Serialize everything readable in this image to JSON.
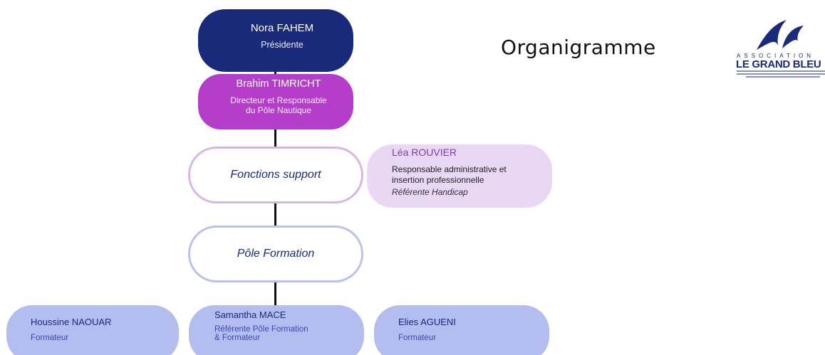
{
  "title": "Organigramme",
  "logo": {
    "association": "ASSOCIATION",
    "name": "LE GRAND BLEU",
    "brand_color": "#1a2a7a"
  },
  "nodes": {
    "president": {
      "name": "Nora FAHEM",
      "role": "Présidente",
      "color": "#1a2a7a"
    },
    "director": {
      "name": "Brahim TIMRICHT",
      "role_line1": "Directeur et Responsable",
      "role_line2": "du Pôle Nautique",
      "color": "#b43ec9"
    },
    "support": {
      "label": "Fonctions support"
    },
    "lea": {
      "name": "Léa ROUVIER",
      "role_line1": "Responsable administrative et",
      "role_line2": "insertion professionnelle",
      "extra": "Référente Handicap"
    },
    "pole_formation": {
      "label": "Pôle Formation"
    },
    "houssine": {
      "name": "Houssine NAOUAR",
      "role": "Formateur"
    },
    "samantha": {
      "name": "Samantha MACE",
      "role_line1": "Référente Pôle Formation",
      "role_line2": "& Formateur"
    },
    "elies": {
      "name": "Elies AGUENI",
      "role": "Formateur"
    }
  }
}
